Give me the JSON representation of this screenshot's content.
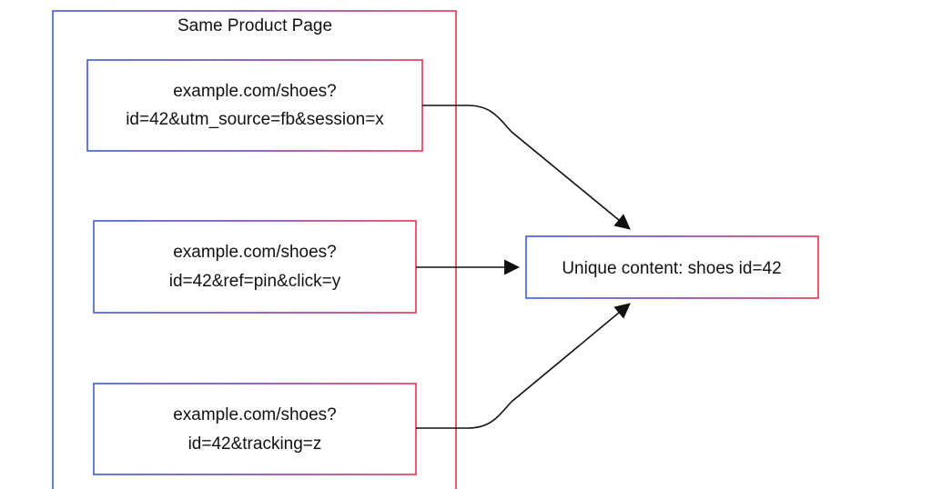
{
  "diagram": {
    "group": {
      "title": "Same Product Page"
    },
    "nodes": [
      {
        "id": "url1",
        "line1": "example.com/shoes?",
        "line2": "id=42&utm_source=fb&session=x"
      },
      {
        "id": "url2",
        "line1": "example.com/shoes?",
        "line2": "id=42&ref=pin&click=y"
      },
      {
        "id": "url3",
        "line1": "example.com/shoes?",
        "line2": "id=42&tracking=z"
      },
      {
        "id": "canonical",
        "label": "Unique content: shoes id=42"
      }
    ],
    "edges": [
      {
        "from": "url1",
        "to": "canonical"
      },
      {
        "from": "url2",
        "to": "canonical"
      },
      {
        "from": "url3",
        "to": "canonical"
      }
    ],
    "colors": {
      "border_gradient_start": "#3b5bdb",
      "border_gradient_mid": "#7b3fc4",
      "border_gradient_end": "#e8344e",
      "edge": "#111111",
      "text": "#111111",
      "background": "#ffffff"
    }
  }
}
